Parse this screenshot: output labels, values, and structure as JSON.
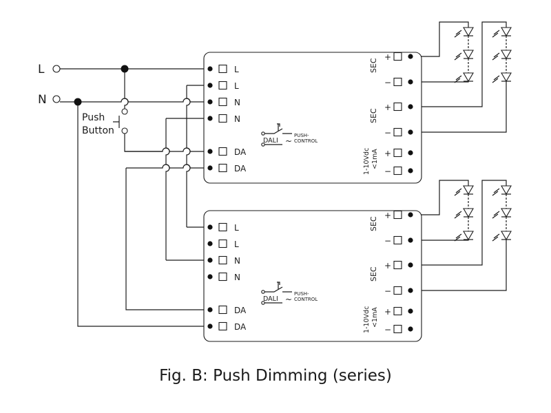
{
  "diagram": {
    "mains_labels": {
      "line": "L",
      "neutral": "N"
    },
    "push_button_label": {
      "line1": "Push",
      "line2": "Button"
    },
    "driver": {
      "input_terminals": [
        "L",
        "L",
        "N",
        "N",
        "DA",
        "DA"
      ],
      "sec_label": "SEC",
      "plus": "+",
      "minus": "−",
      "dali_label": "DALI",
      "tilde": "~",
      "push_control_line1": "PUSH-",
      "push_control_line2": "CONTROL",
      "dim_label_line1": "1-10Vdc",
      "dim_label_line2": "<1mA"
    }
  },
  "caption": "Fig. B: Push Dimming (series)"
}
